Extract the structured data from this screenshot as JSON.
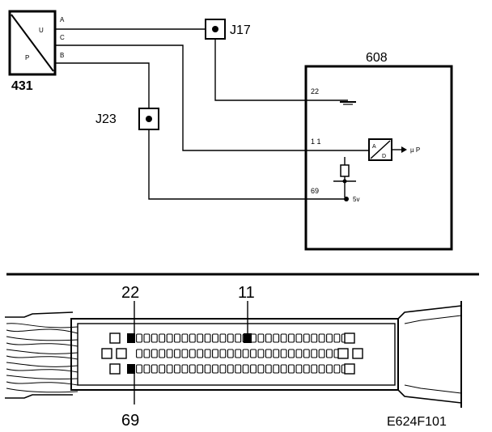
{
  "sensor": {
    "id": "431",
    "symbol_top": "U",
    "symbol_bottom": "P",
    "pins": [
      "A",
      "C",
      "B"
    ]
  },
  "junctions": {
    "j17": "J17",
    "j23": "J23"
  },
  "ecu": {
    "id": "608",
    "pins": {
      "p22": "22",
      "p11": "1 1",
      "p69": "69"
    },
    "supply": "5v",
    "adc_top": "A",
    "adc_bottom": "D",
    "output": "µ P"
  },
  "connector": {
    "pin22": "22",
    "pin11": "11",
    "pin69": "69"
  },
  "figure_code": "E624F101"
}
